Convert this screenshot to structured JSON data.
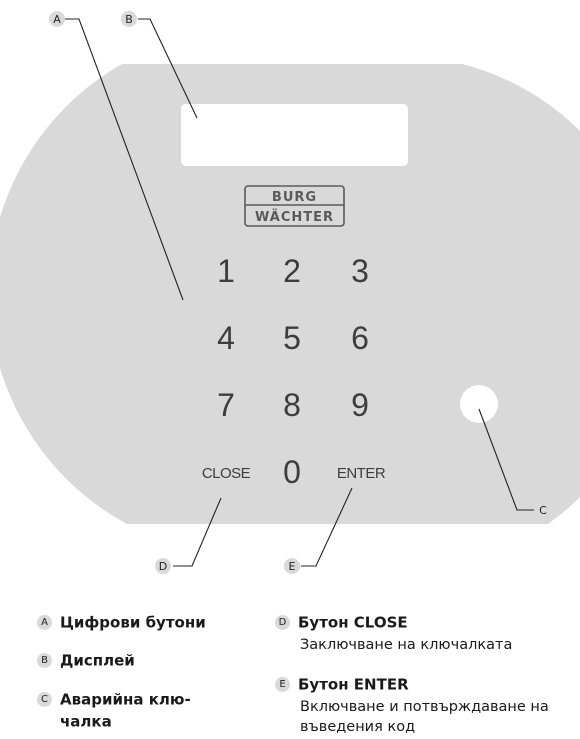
{
  "brand": {
    "line1": "BURG",
    "line2": "WÄCHTER"
  },
  "keypad": {
    "digits": [
      "1",
      "2",
      "3",
      "4",
      "5",
      "6",
      "7",
      "8",
      "9"
    ],
    "close_label": "CLOSE",
    "zero_label": "0",
    "enter_label": "ENTER"
  },
  "callouts": {
    "a": "A",
    "b": "B",
    "c": "C",
    "d": "D",
    "e": "E"
  },
  "legend": [
    {
      "letter": "A",
      "title": "Цифрови бутони"
    },
    {
      "letter": "B",
      "title": "Дисплей"
    },
    {
      "letter": "C",
      "title_line1": "Аварийна клю-",
      "title_line2": "чалка"
    },
    {
      "letter": "D",
      "title": "Бутон CLOSE",
      "desc_line1": "Заключване на ключалката"
    },
    {
      "letter": "E",
      "title": "Бутон ENTER",
      "desc_line1": "Включване и потвърждаване на",
      "desc_line2": "въведения код"
    }
  ],
  "colors": {
    "panel": "#d9d9d9",
    "key_text": "#3d3d3d",
    "line": "#222222"
  }
}
